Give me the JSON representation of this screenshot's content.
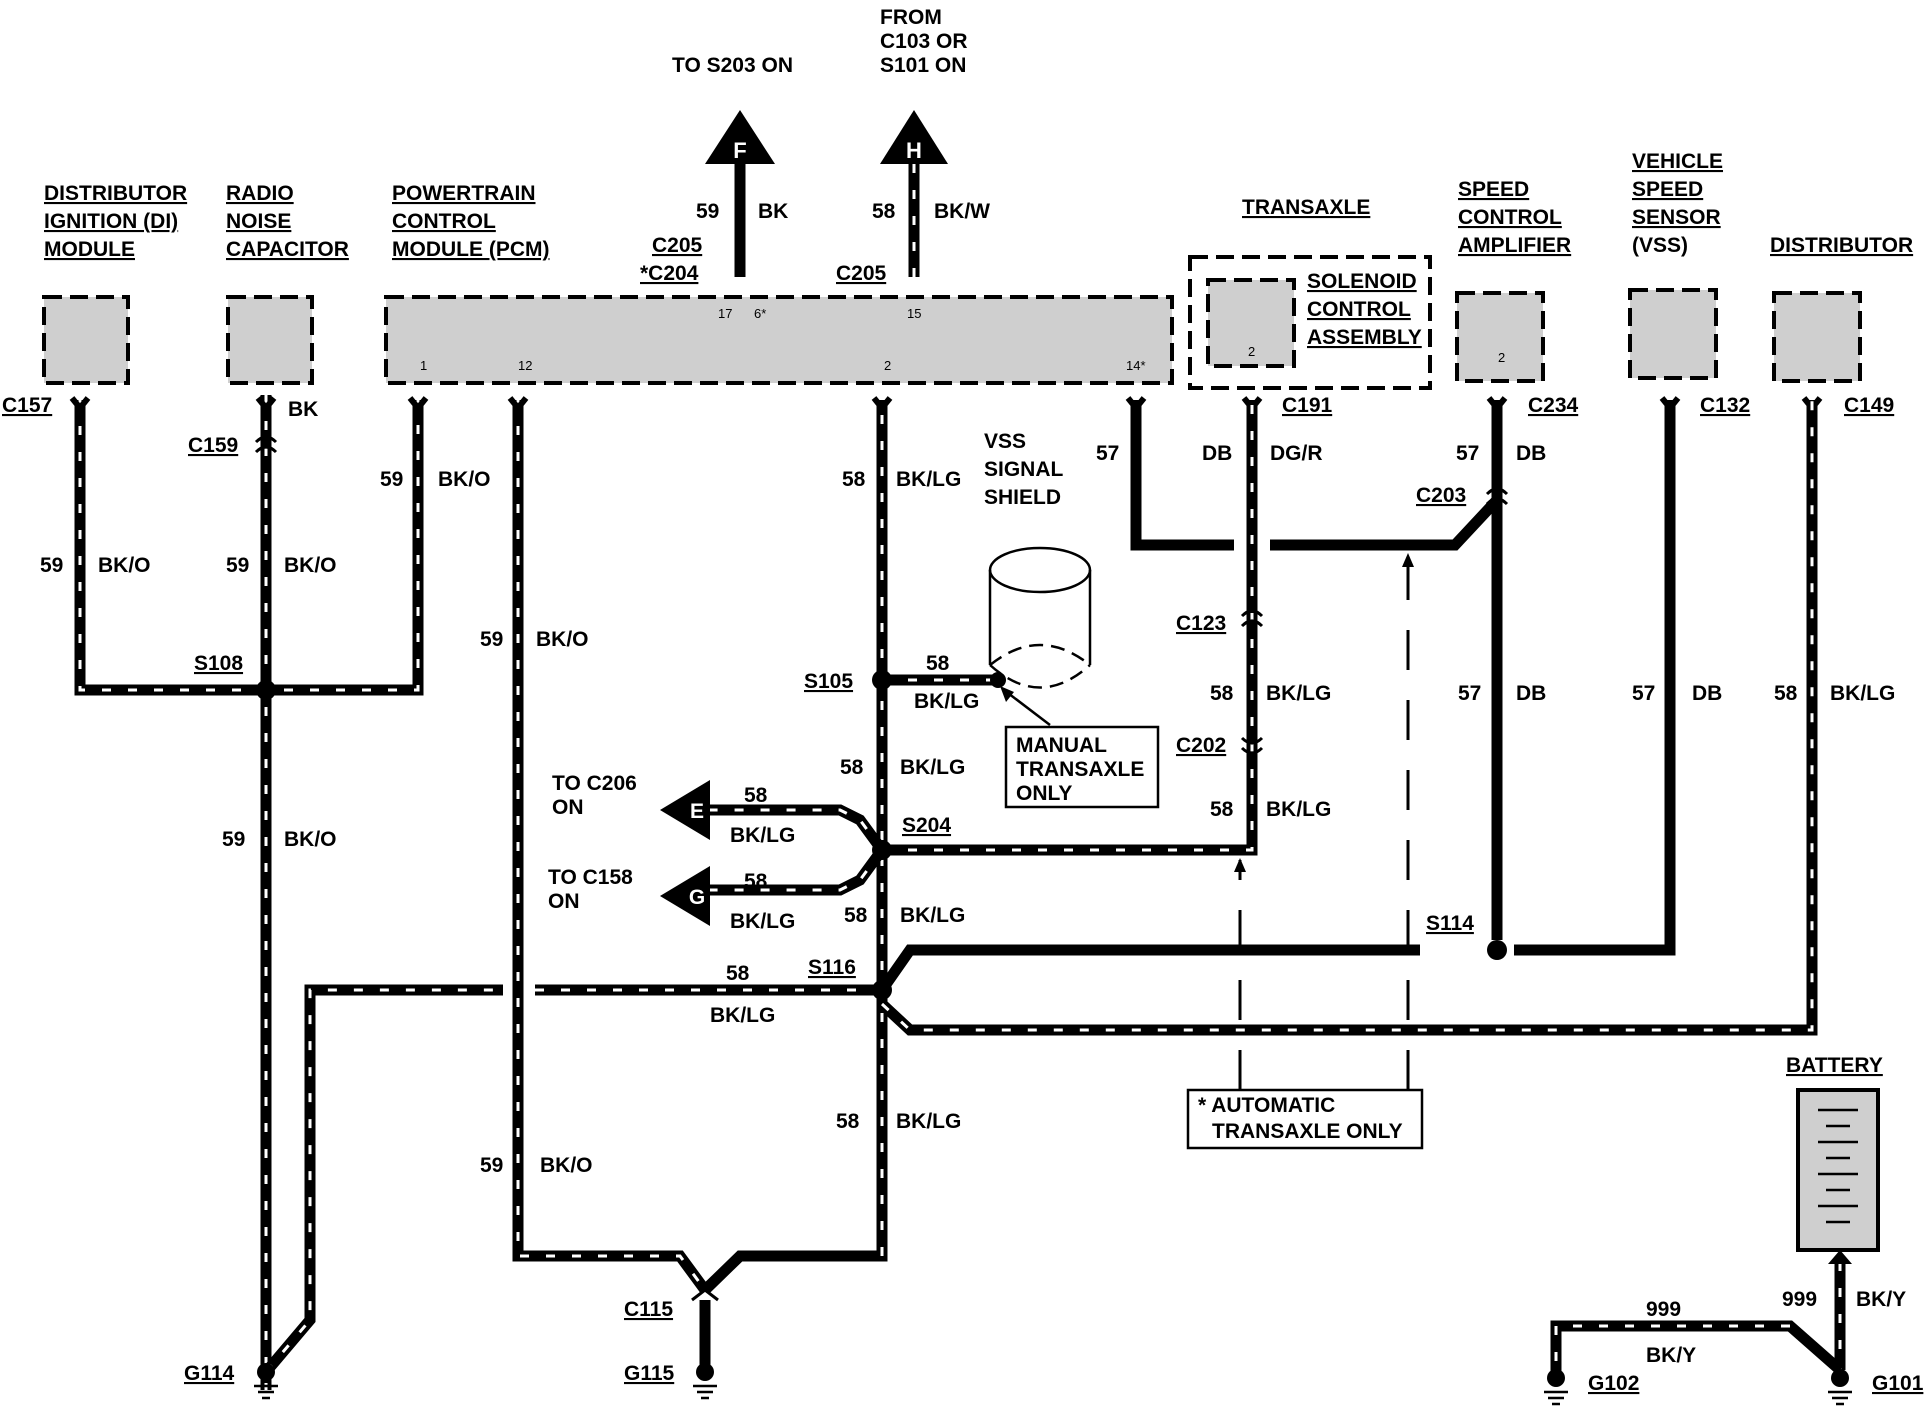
{
  "components": {
    "di_module": [
      "DISTRIBUTOR",
      "IGNITION (DI)",
      "MODULE"
    ],
    "radio_cap": [
      "RADIO",
      "NOISE",
      "CAPACITOR"
    ],
    "pcm": [
      "POWERTRAIN",
      "CONTROL",
      "MODULE (PCM)"
    ],
    "transaxle": "TRANSAXLE",
    "solenoid": [
      "SOLENOID",
      "CONTROL",
      "ASSEMBLY"
    ],
    "speed_amp": [
      "SPEED",
      "CONTROL",
      "AMPLIFIER"
    ],
    "vss": [
      "VEHICLE",
      "SPEED",
      "SENSOR",
      "(VSS)"
    ],
    "distributor": "DISTRIBUTOR",
    "battery": "BATTERY"
  },
  "offpage": {
    "f_letter": "F",
    "f_text": "TO S203 ON",
    "h_letter": "H",
    "h_text": [
      "FROM",
      "C103 OR",
      "S101 ON"
    ],
    "e_letter": "E",
    "e_text": [
      "TO C206",
      "ON"
    ],
    "g_letter": "G",
    "g_text": [
      "TO C158",
      "ON"
    ]
  },
  "connectors": {
    "c157": "C157",
    "c159": "C159",
    "c205a": "C205",
    "c204": "*C204",
    "c205b": "C205",
    "c191": "C191",
    "c234": "C234",
    "c132": "C132",
    "c149": "C149",
    "c203": "C203",
    "c123": "C123",
    "c202": "C202",
    "c115": "C115"
  },
  "splices": {
    "s108": "S108",
    "s105": "S105",
    "s204": "S204",
    "s116": "S116",
    "s114": "S114"
  },
  "grounds": {
    "g114": "G114",
    "g115": "G115",
    "g102": "G102",
    "g101": "G101"
  },
  "pins": {
    "pcm_17": "17",
    "pcm_6": "6*",
    "pcm_15": "15",
    "pcm_1": "1",
    "pcm_12": "12",
    "pcm_2": "2",
    "pcm_14": "14*",
    "sol_2": "2",
    "amp_2": "2"
  },
  "circuits": {
    "n59": "59",
    "n58": "58",
    "n57": "57",
    "n999": "999",
    "bk": "BK",
    "bkw": "BK/W",
    "bko": "BK/O",
    "bklg": "BK/LG",
    "db": "DB",
    "dgr": "DG/R",
    "bky": "BK/Y"
  },
  "notes": {
    "vss_shield": [
      "VSS",
      "SIGNAL",
      "SHIELD"
    ],
    "manual": [
      "MANUAL",
      "TRANSAXLE",
      "ONLY"
    ],
    "automatic": [
      "* AUTOMATIC",
      "TRANSAXLE ONLY"
    ]
  },
  "colors": {
    "ink": "#000000",
    "component_fill": "#cfcfcf",
    "background": "#ffffff"
  },
  "icons": [
    "ground-icon",
    "battery-icon",
    "offpage-arrow-icon",
    "shield-icon"
  ]
}
